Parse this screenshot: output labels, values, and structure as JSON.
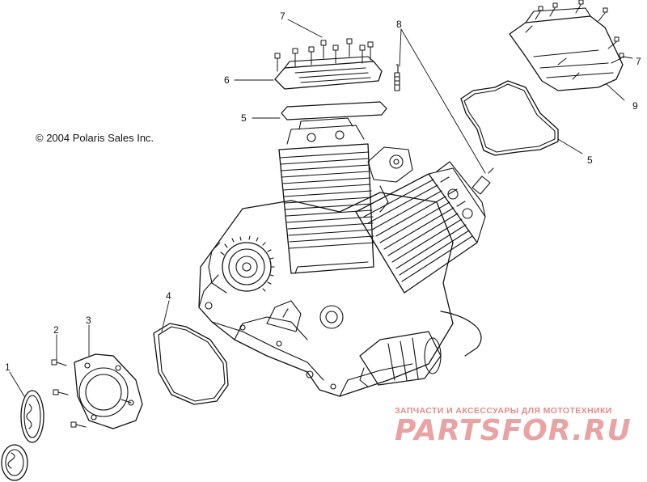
{
  "copyright": "© 2004 Polaris Sales Inc.",
  "callouts": {
    "c1": "1",
    "c2": "2",
    "c3": "3",
    "c4": "4",
    "c5a": "5",
    "c5b": "5",
    "c6": "6",
    "c7a": "7",
    "c7b": "7",
    "c8": "8",
    "c9": "9"
  },
  "watermark": {
    "tagline": "ЗАПЧАСТИ И АКСЕССУАРЫ ДЛЯ МОТОТЕХНИКИ",
    "brand": "PARTSFOR.RU"
  }
}
